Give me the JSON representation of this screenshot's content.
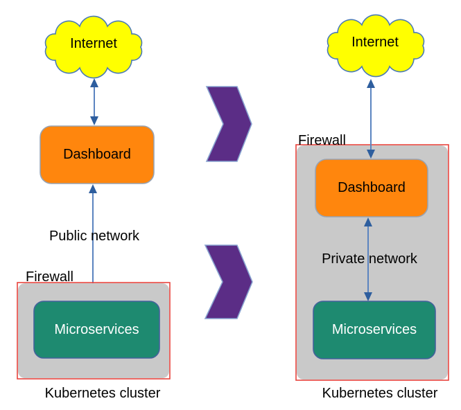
{
  "diagram": {
    "before": {
      "cloud_label": "Internet",
      "dashboard_label": "Dashboard",
      "network_label": "Public network",
      "firewall_label": "Firewall",
      "microservices_label": "Microservices",
      "cluster_label": "Kubernetes cluster"
    },
    "after": {
      "cloud_label": "Internet",
      "dashboard_label": "Dashboard",
      "network_label": "Private network",
      "firewall_label": "Firewall",
      "microservices_label": "Microservices",
      "cluster_label": "Kubernetes cluster"
    },
    "colors": {
      "background": "#ffffff",
      "cloud_fill": "#ffff00",
      "cloud_stroke": "#4a7ab5",
      "dashboard_fill": "#ff860d",
      "dashboard_stroke": "#97a3b4",
      "microservices_fill": "#1e8a70",
      "microservices_stroke": "#44619c",
      "microservices_text": "#ffffff",
      "cluster_fill": "#c9c9c9",
      "firewall_border": "#e8433c",
      "arrow_line": "#5b84c0",
      "arrow_head": "#2e5e9e",
      "chevron_fill": "#5b2d86",
      "chevron_stroke": "#88a3d0",
      "text": "#000000"
    }
  }
}
